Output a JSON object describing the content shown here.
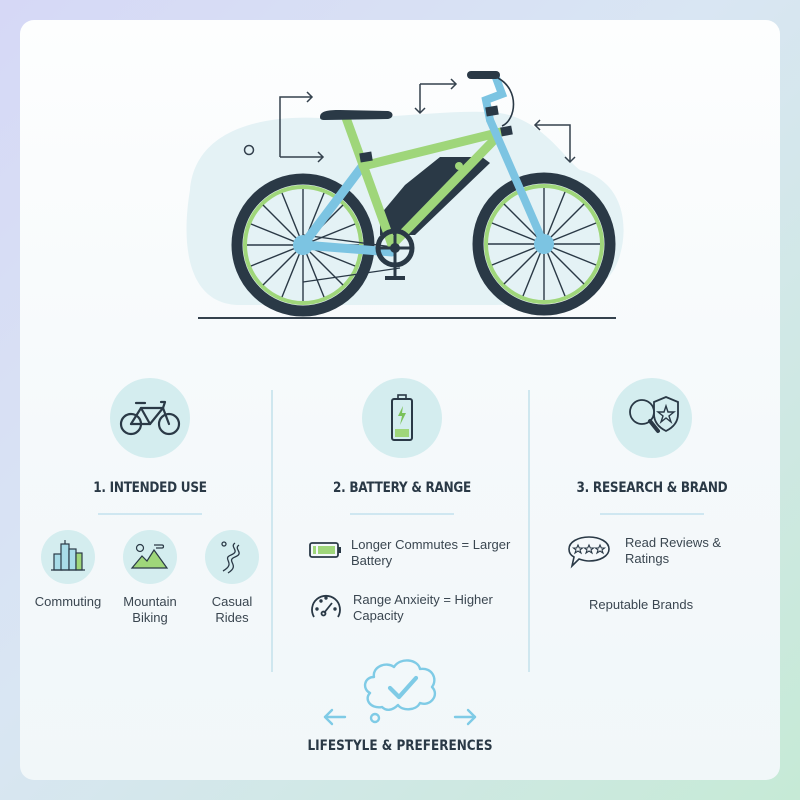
{
  "colors": {
    "dark": "#2a3946",
    "frame_green": "#9fd67a",
    "frame_blue": "#7cc4e2",
    "accent_light_blue": "#7fcbe6",
    "icon_bg": "#d4edef",
    "blob_bg": "#e4f2f5"
  },
  "hero": {
    "illustration": "electric-bicycle",
    "decorations": [
      "arrow-right-icon",
      "arrow-down-right-icon",
      "arrow-left-down-icon",
      "small-circle"
    ]
  },
  "sections": [
    {
      "icon": "bicycle-icon",
      "title": "1. INTENDED USE",
      "uses": [
        {
          "icon": "city-buildings-icon",
          "label_line1": "Commuting",
          "label_line2": ""
        },
        {
          "icon": "mountain-icon",
          "label_line1": "Mountain",
          "label_line2": "Biking"
        },
        {
          "icon": "winding-road-icon",
          "label_line1": "Casual",
          "label_line2": "Rides"
        }
      ]
    },
    {
      "icon": "battery-charging-icon",
      "title": "2. BATTERY & RANGE",
      "items": [
        {
          "icon": "battery-full-icon",
          "line1": "Longer Commutes = Larger",
          "line2": "Battery"
        },
        {
          "icon": "speedometer-icon",
          "line1": "Range Anxieity = Higher",
          "line2": "Capacity"
        }
      ]
    },
    {
      "icon": "search-shield-star-icon",
      "title": "3. RESEARCH & BRAND",
      "items": [
        {
          "icon": "review-stars-bubble-icon",
          "line1": "Read Reviews &",
          "line2": "Ratings"
        },
        {
          "icon": "",
          "line1": "Reputable Brands",
          "line2": ""
        }
      ]
    }
  ],
  "footer": {
    "icon": "thought-cloud-check-icon",
    "title": "LIFESTYLE & PREFERENCES"
  }
}
